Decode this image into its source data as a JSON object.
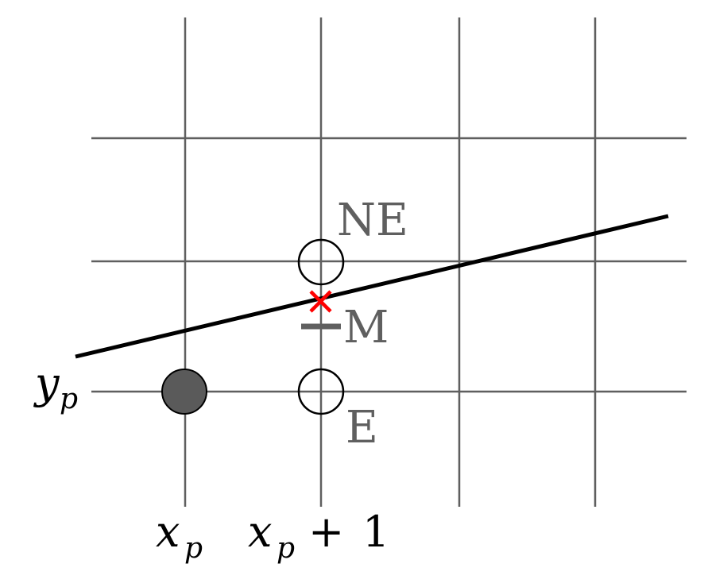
{
  "labels": {
    "ne": "NE",
    "m": "M",
    "e": "E",
    "y_main": "y",
    "y_sub": "p",
    "x1_main": "x",
    "x1_sub": "p",
    "x2_main": "x",
    "x2_sub": "p",
    "x2_plus": "+",
    "x2_one": "1"
  },
  "colors": {
    "grid": "#5f5f5f",
    "line": "#000000",
    "current_pixel": "#5a5a5a",
    "candidate_pixel": "#ffffff",
    "intersection_mark": "#ff0000",
    "midpoint_mark": "#5f5f5f"
  }
}
